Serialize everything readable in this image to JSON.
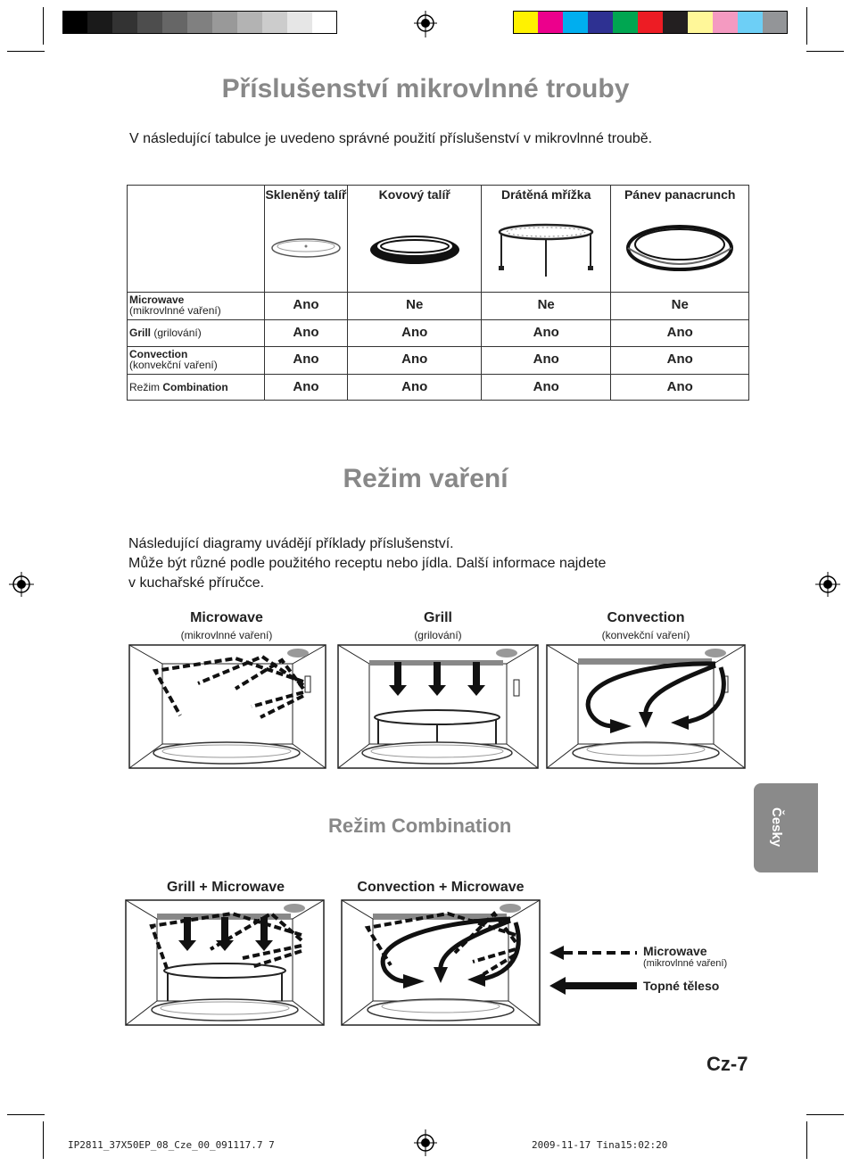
{
  "colors": {
    "grays": [
      "#000000",
      "#1a1a1a",
      "#333333",
      "#4d4d4d",
      "#666666",
      "#808080",
      "#999999",
      "#b3b3b3",
      "#cccccc",
      "#e6e6e6",
      "#ffffff"
    ],
    "process": [
      "#fff200",
      "#ec008c",
      "#00aeef",
      "#2e3192",
      "#00a651",
      "#ed1c24",
      "#231f20",
      "#fff799",
      "#f49ac1",
      "#6dcff6",
      "#939598"
    ],
    "title": "#888888",
    "tab": "#8a8a8a"
  },
  "accessories": {
    "title": "Příslušenství mikrovlnné trouby",
    "intro": "V následující tabulce je uvedeno správné použití příslušenství v mikrovlnné troubě.",
    "columns": [
      "Skleněný talíř",
      "Kovový talíř",
      "Drátěná mřížka",
      "Pánev panacrunch"
    ],
    "rows": [
      {
        "label_bold": "Microwave",
        "label_normal": "(mikrovlnné vaření)",
        "values": [
          "Ano",
          "Ne",
          "Ne",
          "Ne"
        ]
      },
      {
        "label_bold": "Grill",
        "label_normal": "(grilování)",
        "values": [
          "Ano",
          "Ano",
          "Ano",
          "Ano"
        ]
      },
      {
        "label_bold": "Convection",
        "label_normal": "(konvekční vaření)",
        "values": [
          "Ano",
          "Ano",
          "Ano",
          "Ano"
        ]
      },
      {
        "label_bold": "Combination",
        "label_normal": "Režim",
        "values": [
          "Ano",
          "Ano",
          "Ano",
          "Ano"
        ]
      }
    ]
  },
  "cooking": {
    "title": "Režim vaření",
    "intro_lines": [
      "Následující diagramy uvádějí příklady příslušenství.",
      "Může být různé podle použitého receptu nebo jídla. Další informace najdete",
      "v kuchařské příručce."
    ],
    "modes": [
      {
        "label": "Microwave",
        "sub": "(mikrovlnné vaření)"
      },
      {
        "label": "Grill",
        "sub": "(grilování)"
      },
      {
        "label": "Convection",
        "sub": "(konvekční vaření)"
      }
    ]
  },
  "combination": {
    "title": "Režim Combination",
    "modes": [
      "Grill + Microwave",
      "Convection + Microwave"
    ],
    "legend": {
      "microwave": "Microwave",
      "microwave_sub": "(mikrovlnné vaření)",
      "heater": "Topné těleso"
    }
  },
  "side_tab": "Česky",
  "page_number": "Cz-7",
  "footer": {
    "file": "IP2811_37X50EP_08_Cze_00_091117.7   7",
    "date": "2009-11-17   Tina15:02:20"
  }
}
